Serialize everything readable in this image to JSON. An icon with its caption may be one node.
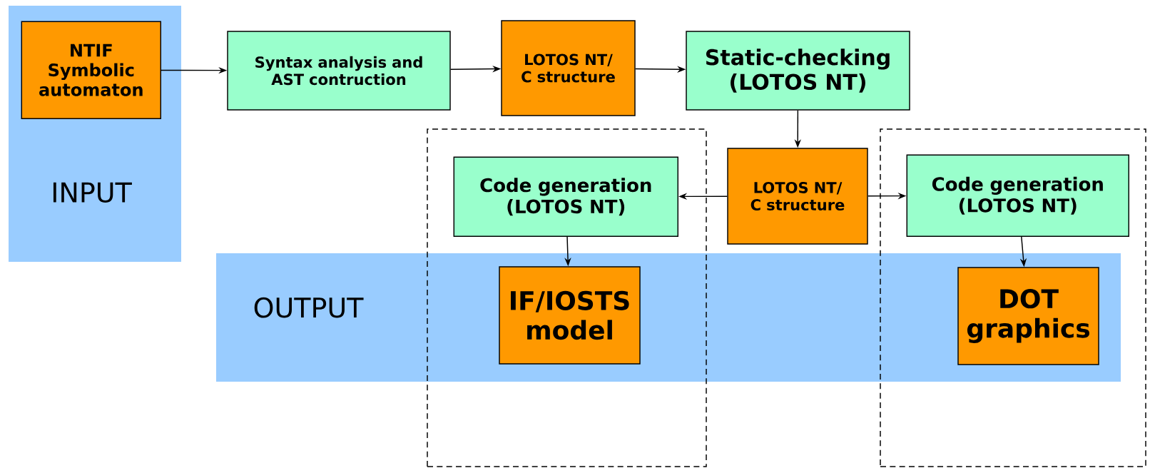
{
  "diagram": {
    "nodes": [
      {
        "text": [
          "INPUT"
        ]
      },
      {
        "text": [
          "NTIF Symbolic automaton"
        ],
        "in": 0
      },
      {
        "text": [
          "Syntax analysis and AST contruction"
        ]
      },
      {
        "text": [
          "LOTOS NT/ C structure"
        ]
      },
      {
        "text": [
          "Static-checking (LOTOS NT)"
        ]
      },
      {
        "text": [
          "OUTPUT"
        ]
      },
      {
        "text": [],
        "shape": "box"
      },
      {
        "text": [],
        "shape": "box"
      },
      {
        "text": [
          "LOTOS NT/ C structure"
        ]
      },
      {
        "text": [
          "Code generation (LOTOS NT)"
        ],
        "in": 6
      },
      {
        "text": [
          "IF/IOSTS model"
        ]
      },
      {
        "text": [
          "Code generation (LOTOS NT)"
        ],
        "in": 7
      },
      {
        "text": [
          "DOT graphics"
        ]
      }
    ],
    "edges": [
      {
        "from": 1,
        "to": 2,
        "arrow": "to"
      },
      {
        "from": 2,
        "to": 3,
        "arrow": "to"
      },
      {
        "from": 3,
        "to": 4,
        "arrow": "to"
      },
      {
        "from": 4,
        "to": 8,
        "arrow": "to"
      },
      {
        "from": 8,
        "to": 9,
        "arrow": "to"
      },
      {
        "from": 8,
        "to": 11,
        "arrow": "to"
      },
      {
        "from": 9,
        "to": 10,
        "arrow": "to"
      },
      {
        "from": 11,
        "to": 12,
        "arrow": "to"
      }
    ]
  }
}
